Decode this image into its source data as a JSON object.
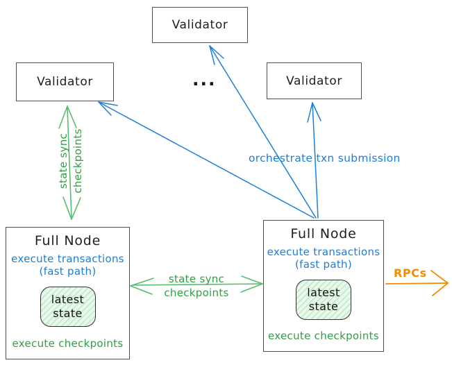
{
  "diagram": {
    "nodes": {
      "validator_top": {
        "label": "Validator"
      },
      "validator_left": {
        "label": "Validator"
      },
      "validator_right": {
        "label": "Validator"
      },
      "ellipsis": "...",
      "full_node_left": {
        "title": "Full Node",
        "blue_line1": "execute transactions",
        "blue_line2": "(fast path)",
        "state_line1": "latest",
        "state_line2": "state",
        "green_line": "execute checkpoints"
      },
      "full_node_right": {
        "title": "Full Node",
        "blue_line1": "execute transactions",
        "blue_line2": "(fast path)",
        "state_line1": "latest",
        "state_line2": "state",
        "green_line": "execute checkpoints"
      }
    },
    "edges": {
      "state_sync_vertical": {
        "label_line1": "state sync",
        "label_line2": "checkpoints"
      },
      "state_sync_horizontal": {
        "label_line1": "state sync",
        "label_line2": "checkpoints"
      },
      "orchestrate": {
        "label": "orchestrate txn submission"
      },
      "rpcs": {
        "label": "RPCs"
      }
    },
    "colors": {
      "ink": "#1e1e1e",
      "box_border": "#4f4f4f",
      "blue": "#1c7ed6",
      "green_text": "#2f9e44",
      "green_arrow": "#56bd6d",
      "orange": "#f08c00",
      "state_fill": "#f2fbf4"
    }
  }
}
